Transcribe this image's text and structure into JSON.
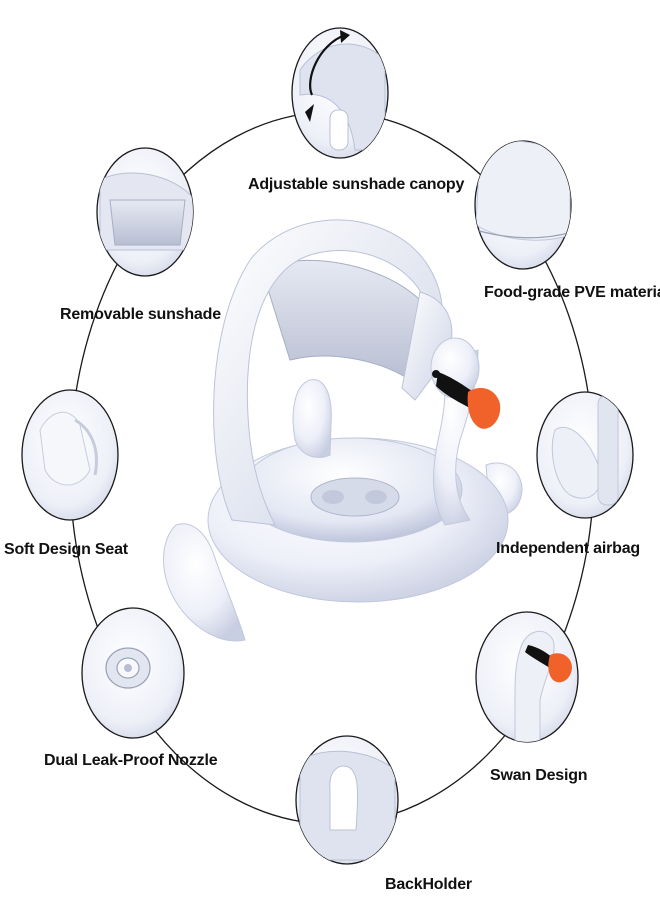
{
  "features": {
    "canopy": "Adjustable sunshade canopy",
    "removable": "Removable sunshade",
    "food_grade": "Food-grade PVE material",
    "soft_seat": "Soft Design Seat",
    "airbag": "Independent airbag",
    "nozzle": "Dual Leak-Proof Nozzle",
    "swan": "Swan Design",
    "backholder": "BackHolder"
  },
  "colors": {
    "background": "#ffffff",
    "outline": "#1a1a1a",
    "float_white": "#f2f4fb",
    "float_shadow": "#c7cde0",
    "beak_orange": "#f0622a",
    "beak_black": "#111111"
  }
}
